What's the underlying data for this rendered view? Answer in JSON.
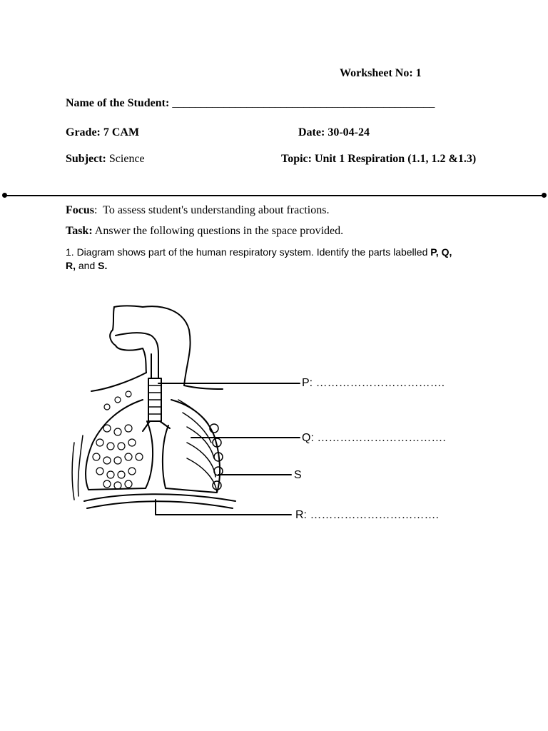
{
  "header": {
    "worksheet_no": "Worksheet No: 1",
    "name_label": "Name of the Student:",
    "name_blank": "______________________________________________",
    "grade": "Grade: 7 CAM",
    "date": "Date: 30-04-24",
    "subject_label": "Subject:",
    "subject_value": "Science",
    "topic": "Topic: Unit 1 Respiration (1.1, 1.2 &1.3)"
  },
  "focus": {
    "label": "Focus",
    "colon": ":",
    "text": "To assess student's understanding about fractions."
  },
  "task": {
    "label": "Task:",
    "text": "Answer the following questions in the space provided."
  },
  "question1": {
    "line1_text": "1. Diagram shows part of the human respiratory system. Identify the parts labelled ",
    "line1_bold": "P, Q,",
    "line2_bold1": "R,",
    "line2_and": " and ",
    "line2_bold2": "S."
  },
  "diagram": {
    "labels": {
      "P": "P: …………………………….",
      "Q": "Q: …………………………….",
      "S": "S",
      "R": "R: ……………………………."
    }
  }
}
